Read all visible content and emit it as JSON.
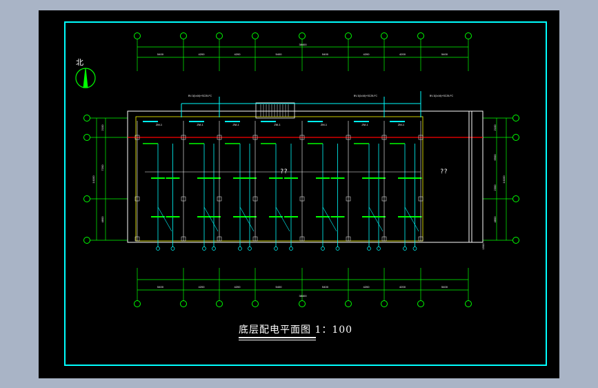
{
  "title": "底层配电平面图 1：100",
  "north_label": "北",
  "room_labels": [
    "??",
    "??"
  ],
  "dims_top": [
    "5400",
    "4200",
    "4200",
    "5400",
    "5400",
    "4200",
    "4200",
    "5400"
  ],
  "dims_top_total": "38400",
  "dims_bottom": [
    "5400",
    "4200",
    "4200",
    "5400",
    "5400",
    "4200",
    "4200",
    "5400"
  ],
  "dims_bottom_total": "38400",
  "dims_left": [
    "2100",
    "7200",
    "4800"
  ],
  "dims_left_total": "14100",
  "dims_right": [
    "2100",
    "6900",
    "2300",
    "4800"
  ],
  "dims_right_total": "14100",
  "dims_right_extra": "1500",
  "panel_label": "ZM-1",
  "colors": {
    "frame": "#00ffff",
    "grid": "#00ff00",
    "wall": "#ffffff",
    "red": "#ff0000",
    "yellow": "#ffff00"
  }
}
